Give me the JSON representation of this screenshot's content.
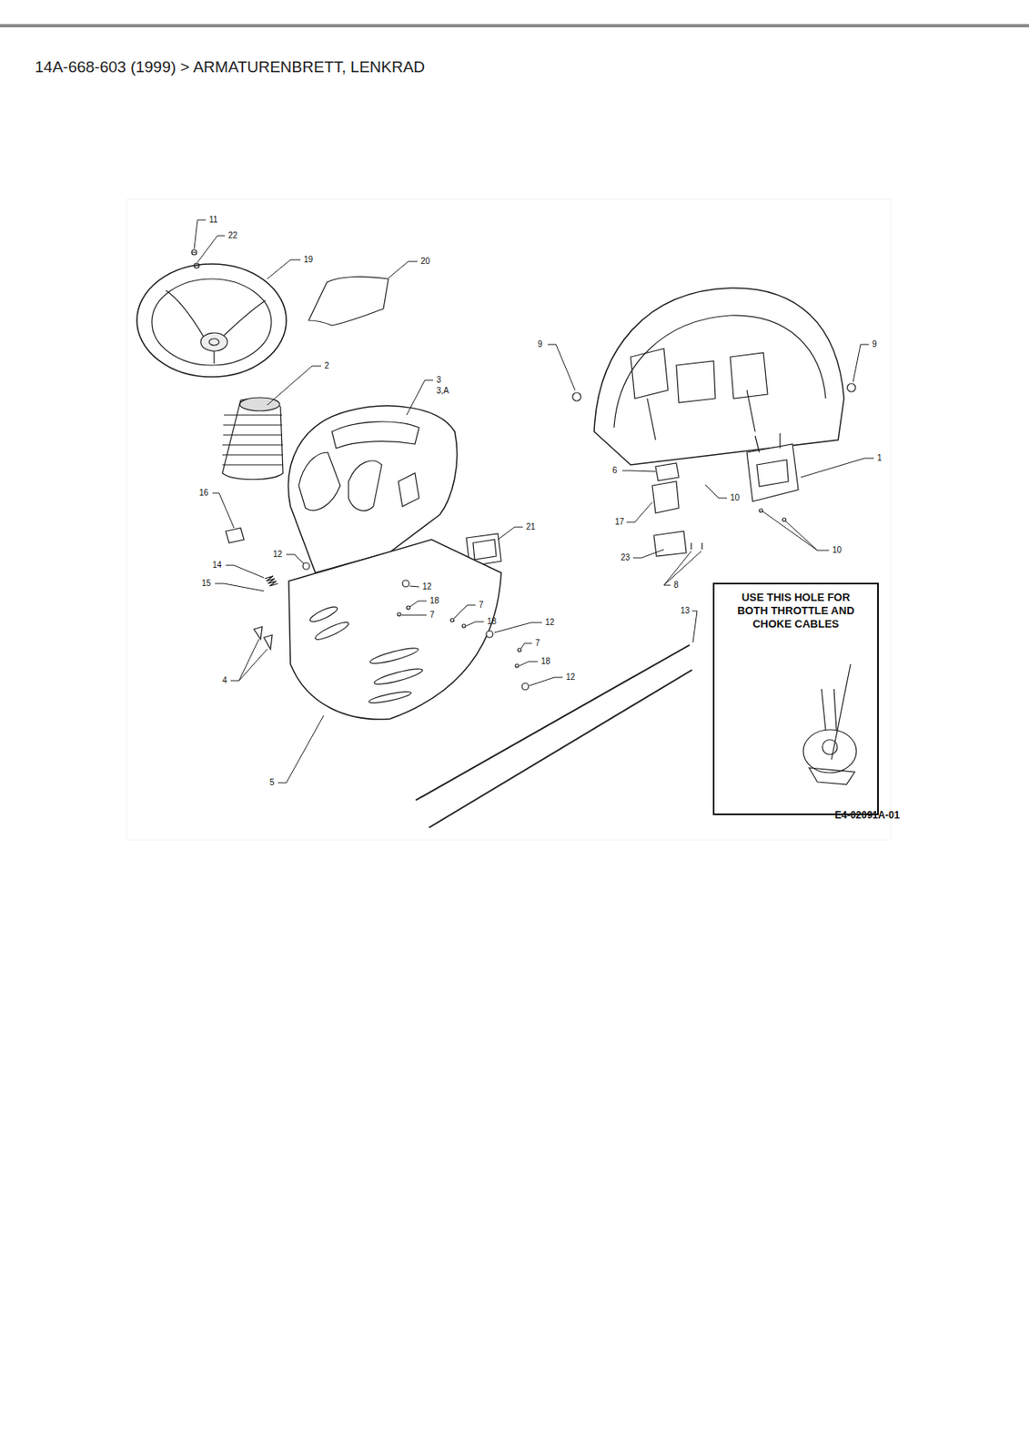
{
  "diagram": {
    "title": "14A-668-603 (1999)  >  ARMATURENBRETT, LENKRAD",
    "nodes": [
      {
        "text": [
          "USE THIS HOLE FOR BOTH THROTTLE AND CHOKE CABLES"
        ]
      }
    ],
    "labels": [
      "11",
      "22",
      "19",
      "20",
      "9",
      "9",
      "2",
      "3",
      "3,A",
      "1",
      "6",
      "16",
      "10",
      "21",
      "17",
      "10",
      "12",
      "14",
      "23",
      "8",
      "12",
      "15",
      "18",
      "7",
      "7",
      "13",
      "18",
      "12",
      "7",
      "18",
      "12",
      "4",
      "5",
      "E4-02091A-01"
    ]
  }
}
